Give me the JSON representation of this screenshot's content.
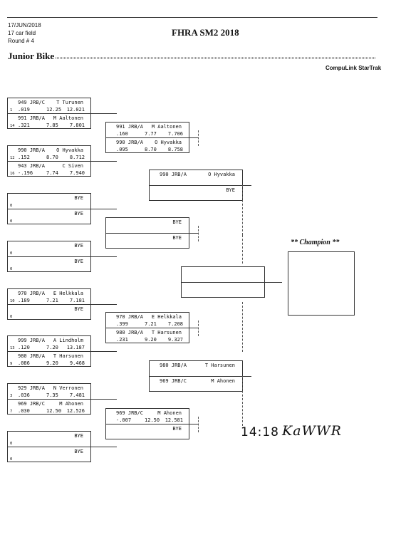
{
  "header": {
    "date": "17/JUN/2018",
    "field": "17 car field",
    "round": "Round # 4",
    "event": "FHRA SM2 2018",
    "category": "Junior Bike",
    "brand": "CompuLink StarTrak"
  },
  "round1": [
    {
      "top": {
        "seed": "1",
        "car": "949",
        "cls": "JRB/C",
        "name": "T Turunen",
        "rt": ".019",
        "et": "12.25",
        "spd": "12.021"
      },
      "bot": {
        "seed": "14",
        "car": "991",
        "cls": "JRB/A",
        "name": "M Aaltonen",
        "rt": ".321",
        "et": "7.85",
        "spd": "7.801"
      }
    },
    {
      "top": {
        "seed": "12",
        "car": "990",
        "cls": "JRB/A",
        "name": "O Hyvakka",
        "rt": ".152",
        "et": "8.70",
        "spd": "8.712"
      },
      "bot": {
        "seed": "16",
        "car": "943",
        "cls": "JRB/A",
        "name": "C Siven",
        "rt": "-.196",
        "et": "7.74",
        "spd": "7.940"
      }
    },
    {
      "top": {
        "seed": "0",
        "car": "",
        "cls": "",
        "name": "BYE",
        "rt": "",
        "et": "",
        "spd": ""
      },
      "bot": {
        "seed": "0",
        "car": "",
        "cls": "",
        "name": "BYE",
        "rt": "",
        "et": "",
        "spd": ""
      }
    },
    {
      "top": {
        "seed": "0",
        "car": "",
        "cls": "",
        "name": "BYE",
        "rt": "",
        "et": "",
        "spd": ""
      },
      "bot": {
        "seed": "0",
        "car": "",
        "cls": "",
        "name": "BYE",
        "rt": "",
        "et": "",
        "spd": ""
      }
    },
    {
      "top": {
        "seed": "10",
        "car": "970",
        "cls": "JRB/A",
        "name": "E Helkkala",
        "rt": ".189",
        "et": "7.21",
        "spd": "7.181"
      },
      "bot": {
        "seed": "0",
        "car": "",
        "cls": "",
        "name": "BYE",
        "rt": "",
        "et": "",
        "spd": ""
      }
    },
    {
      "top": {
        "seed": "13",
        "car": "999",
        "cls": "JRB/A",
        "name": "A Lindholm",
        "rt": ".120",
        "et": "7.20",
        "spd": "13.187"
      },
      "bot": {
        "seed": "9",
        "car": "980",
        "cls": "JRB/A",
        "name": "T Harsunen",
        "rt": ".086",
        "et": "9.20",
        "spd": "9.468"
      }
    },
    {
      "top": {
        "seed": "3",
        "car": "929",
        "cls": "JRB/A",
        "name": "N Verronen",
        "rt": ".036",
        "et": "7.35",
        "spd": "7.481"
      },
      "bot": {
        "seed": "7",
        "car": "969",
        "cls": "JRB/C",
        "name": "M Ahonen",
        "rt": ".030",
        "et": "12.50",
        "spd": "12.526"
      }
    },
    {
      "top": {
        "seed": "0",
        "car": "",
        "cls": "",
        "name": "BYE",
        "rt": "",
        "et": "",
        "spd": ""
      },
      "bot": {
        "seed": "0",
        "car": "",
        "cls": "",
        "name": "BYE",
        "rt": "",
        "et": "",
        "spd": ""
      }
    }
  ],
  "round2": [
    {
      "top": {
        "car": "991",
        "cls": "JRB/A",
        "name": "M Aaltonen",
        "rt": ".160",
        "et": "7.77",
        "spd": "7.706"
      },
      "bot": {
        "car": "990",
        "cls": "JRB/A",
        "name": "O Hyvakka",
        "rt": ".095",
        "et": "8.70",
        "spd": "8.758"
      }
    },
    {
      "top": {
        "car": "",
        "cls": "",
        "name": "BYE",
        "rt": "",
        "et": "",
        "spd": ""
      },
      "bot": {
        "car": "",
        "cls": "",
        "name": "BYE",
        "rt": "",
        "et": "",
        "spd": ""
      }
    },
    {
      "top": {
        "car": "970",
        "cls": "JRB/A",
        "name": "E Helkkala",
        "rt": ".399",
        "et": "7.21",
        "spd": "7.208"
      },
      "bot": {
        "car": "980",
        "cls": "JRB/A",
        "name": "T Harsunen",
        "rt": ".231",
        "et": "9.20",
        "spd": "9.327"
      }
    },
    {
      "top": {
        "car": "969",
        "cls": "JRB/C",
        "name": "M Ahonen",
        "rt": "-.007",
        "et": "12.50",
        "spd": "12.581"
      },
      "bot": {
        "car": "",
        "cls": "",
        "name": "BYE",
        "rt": "",
        "et": "",
        "spd": ""
      }
    }
  ],
  "round3": [
    {
      "top": {
        "car": "990",
        "cls": "JRB/A",
        "name": "O Hyvakka"
      },
      "bot": {
        "car": "",
        "cls": "",
        "name": "BYE"
      }
    },
    {
      "top": {
        "car": "980",
        "cls": "JRB/A",
        "name": "T Harsunen"
      },
      "bot": {
        "car": "969",
        "cls": "JRB/C",
        "name": "M Ahonen"
      }
    }
  ],
  "champion": {
    "label": "** Champion **"
  },
  "signature": {
    "time": "14:18",
    "scribble": "KaWWR"
  }
}
